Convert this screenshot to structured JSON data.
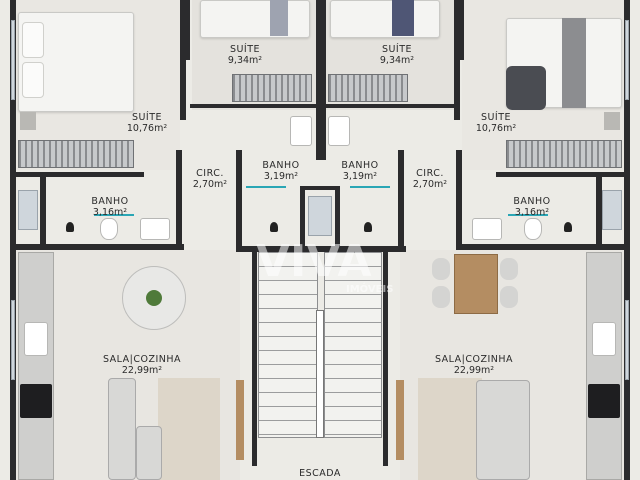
{
  "watermark": {
    "brand": "VIVA",
    "subtitle": "IMÓVEIS"
  },
  "rooms": {
    "suite_top_left": {
      "name": "SUÍTE",
      "area": "9,34m²"
    },
    "suite_top_right": {
      "name": "SUÍTE",
      "area": "9,34m²"
    },
    "suite_left": {
      "name": "SUÍTE",
      "area": "10,76m²"
    },
    "suite_right": {
      "name": "SUÍTE",
      "area": "10,76m²"
    },
    "banho_center_left": {
      "name": "BANHO",
      "area": "3,19m²"
    },
    "banho_center_right": {
      "name": "BANHO",
      "area": "3,19m²"
    },
    "circ_left": {
      "name": "CIRC.",
      "area": "2,70m²"
    },
    "circ_right": {
      "name": "CIRC.",
      "area": "2,70m²"
    },
    "banho_left": {
      "name": "BANHO",
      "area": "3,16m²"
    },
    "banho_right": {
      "name": "BANHO",
      "area": "3,16m²"
    },
    "sala_left": {
      "name": "SALA|COZINHA",
      "area": "22,99m²"
    },
    "sala_right": {
      "name": "SALA|COZINHA",
      "area": "22,99m²"
    },
    "escada": {
      "name": "ESCADA"
    }
  },
  "colors": {
    "wall": "#2b2b2d",
    "floor": "#e6e4de",
    "wood": "#b48d62",
    "shower_accent": "#2aa6b5"
  }
}
